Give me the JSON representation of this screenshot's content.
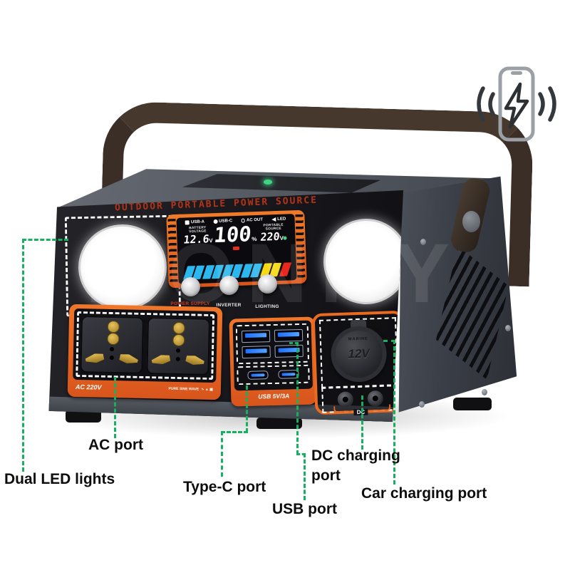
{
  "product": {
    "title": "OUTDOOR PORTABLE POWER SOURCE",
    "watermark": "MONNY",
    "display": {
      "icons": [
        "USB-A",
        "USB-C",
        "AC OUT",
        "LED"
      ],
      "battery_voltage_label": "BATTERY VOLTAGE",
      "battery_voltage_value": "12.6",
      "battery_voltage_unit": "V",
      "percent_value": "100",
      "percent_sign": "%",
      "portable_source_label": "PORTABLE SOURCE",
      "output_voltage_value": "220",
      "output_voltage_unit": "V",
      "battery_bar": [
        {
          "color": "#2bb8ee",
          "count": 8
        },
        {
          "color": "#f6d910",
          "count": 2
        },
        {
          "color": "#e8271d",
          "count": 1
        }
      ]
    },
    "buttons": [
      {
        "label": "POWER SUPPLY"
      },
      {
        "label": "INVERTER"
      },
      {
        "label": "LIGHTING"
      }
    ],
    "ac_panel": {
      "voltage_label": "AC 220V",
      "wave_label": "PURE SINE WAVE",
      "cert_icons": "∿  ▲  ▣"
    },
    "usb_panel": {
      "label": "USB 5V/3A"
    },
    "dc_panel": {
      "socket_brand": "MARINE",
      "socket_voltage": "12V",
      "label": "DC"
    }
  },
  "annotations": [
    {
      "id": "dual-led-lights",
      "label": "Dual LED lights"
    },
    {
      "id": "ac-port",
      "label": "AC port"
    },
    {
      "id": "type-c-port",
      "label": "Type-C port"
    },
    {
      "id": "usb-port",
      "label": "USB port"
    },
    {
      "id": "dc-charging-port",
      "label": "DC charging port"
    },
    {
      "id": "car-charging-port",
      "label": "Car charging port"
    }
  ],
  "colors": {
    "accent_orange": "#ea6a20",
    "annotation_green": "#17b060",
    "title_red": "#a8351d",
    "bar_cyan": "#2bb8ee",
    "bar_yellow": "#f6d910",
    "bar_red": "#e8271d"
  }
}
